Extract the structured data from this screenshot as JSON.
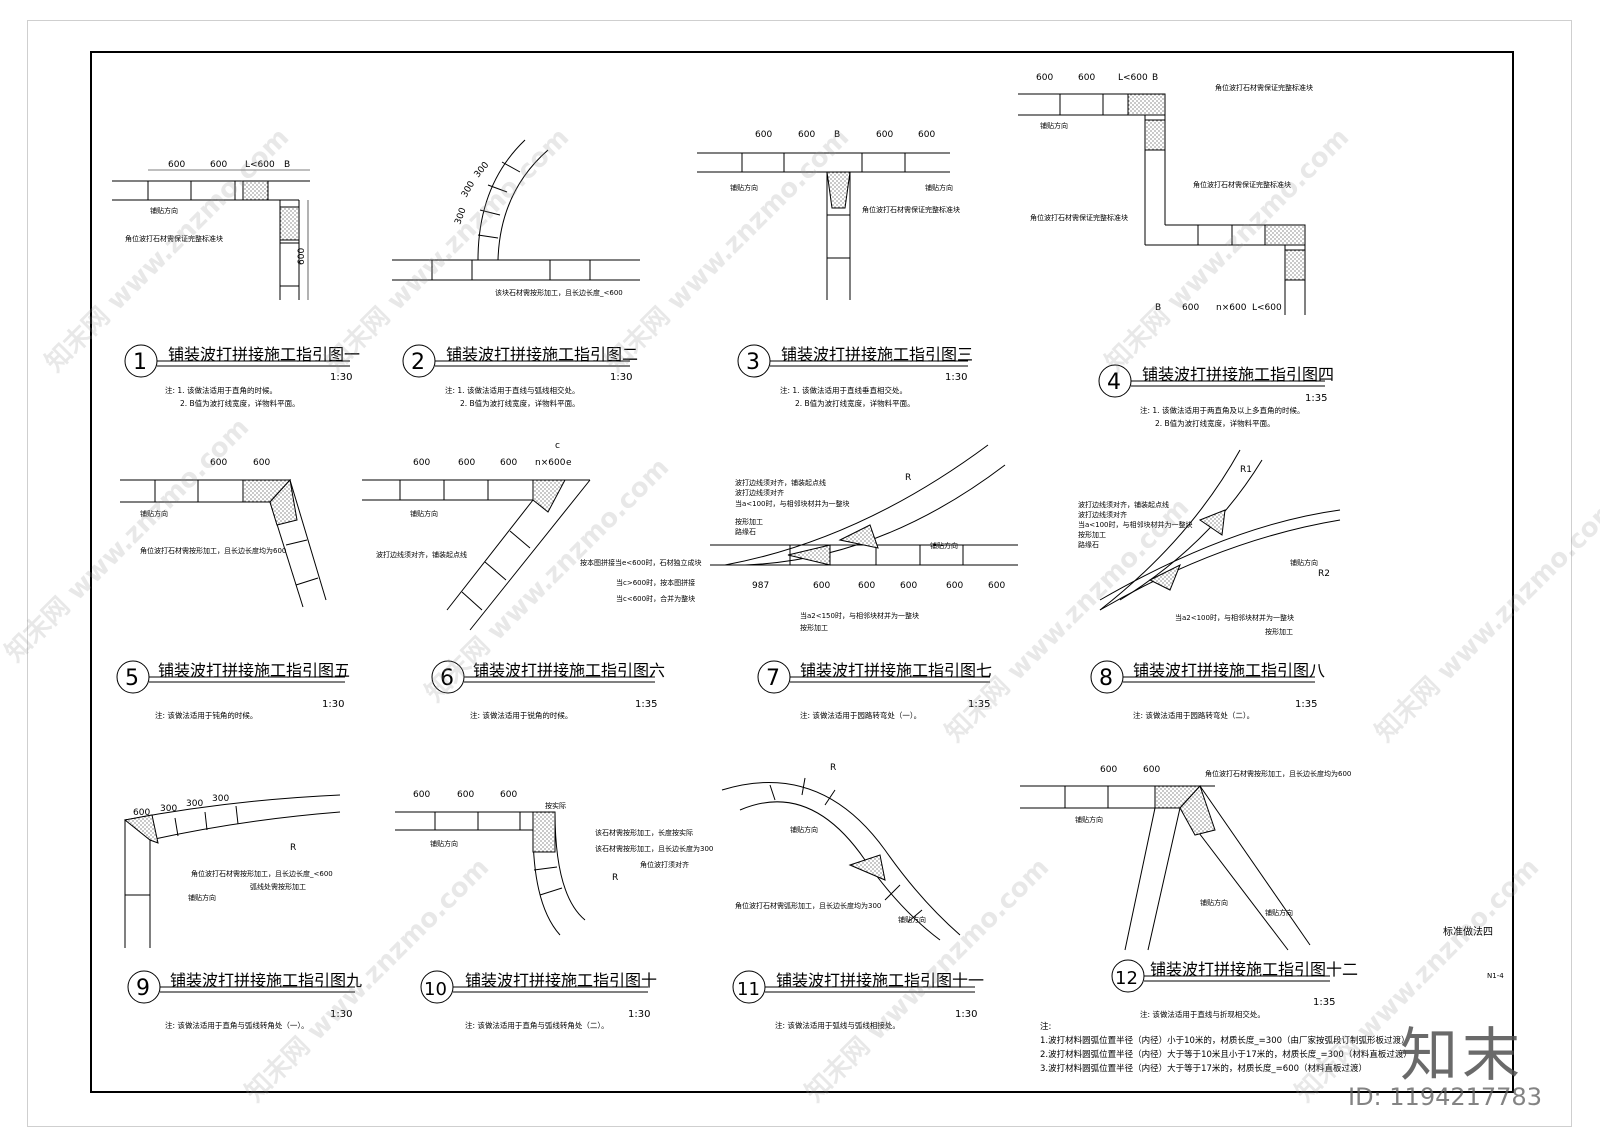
{
  "brand": "知末",
  "id_label": "ID: 1194217783",
  "watermark": "知末网 www.znzmo.com",
  "standard_label": "标准做法四",
  "sheet_no": "N1-4",
  "general_notes": {
    "heading": "注:",
    "lines": [
      "1.波打材料圆弧位置半径（内径）小于10米的，材质长度_=300（由厂家按弧段订制弧形板过渡）",
      "2.波打材料圆弧位置半径（内径）大于等于10米且小于17米的，材质长度_=300（材料直板过渡）",
      "3.波打材料圆弧位置半径（内径）大于等于17米的，材质长度_=600（材料直板过渡）"
    ]
  },
  "details": [
    {
      "num": "1",
      "title": "铺装波打拼接施工指引图一",
      "scale": "1:30",
      "notes": [
        "注: 1. 该做法适用于直角的时候。",
        "2. B值为波打线宽度，详物料平面。"
      ]
    },
    {
      "num": "2",
      "title": "铺装波打拼接施工指引图二",
      "scale": "1:30",
      "notes": [
        "注: 1. 该做法适用于直线与弧线相交处。",
        "2. B值为波打线宽度，详物料平面。"
      ]
    },
    {
      "num": "3",
      "title": "铺装波打拼接施工指引图三",
      "scale": "1:30",
      "notes": [
        "注: 1. 该做法适用于直线垂直相交处。",
        "2. B值为波打线宽度，详物料平面。"
      ]
    },
    {
      "num": "4",
      "title": "铺装波打拼接施工指引图四",
      "scale": "1:35",
      "notes": [
        "注: 1. 该做法适用于两直角及以上多直角的时候。",
        "2. B值为波打线宽度，详物料平面。"
      ]
    },
    {
      "num": "5",
      "title": "铺装波打拼接施工指引图五",
      "scale": "1:30",
      "notes": [
        "注: 该做法适用于钝角的时候。"
      ]
    },
    {
      "num": "6",
      "title": "铺装波打拼接施工指引图六",
      "scale": "1:35",
      "notes": [
        "注: 该做法适用于锐角的时候。"
      ]
    },
    {
      "num": "7",
      "title": "铺装波打拼接施工指引图七",
      "scale": "1:35",
      "notes": [
        "注: 该做法适用于园路转弯处（一）。"
      ]
    },
    {
      "num": "8",
      "title": "铺装波打拼接施工指引图八",
      "scale": "1:35",
      "notes": [
        "注: 该做法适用于园路转弯处（二）。"
      ]
    },
    {
      "num": "9",
      "title": "铺装波打拼接施工指引图九",
      "scale": "1:30",
      "notes": [
        "注: 该做法适用于直角与弧线转角处（一）。"
      ]
    },
    {
      "num": "10",
      "title": "铺装波打拼接施工指引图十",
      "scale": "1:30",
      "notes": [
        "注: 该做法适用于直角与弧线转角处（二）。"
      ]
    },
    {
      "num": "11",
      "title": "铺装波打拼接施工指引图十一",
      "scale": "1:30",
      "notes": [
        "注: 该做法适用于弧线与弧线相接处。"
      ]
    },
    {
      "num": "12",
      "title": "铺装波打拼接施工指引图十二",
      "scale": "1:35",
      "notes": [
        "注: 该做法适用于直线与折现相交处。"
      ]
    }
  ],
  "labels": {
    "dir": "铺贴方向",
    "d600": "600",
    "d300": "300",
    "dL600": "L<600",
    "dB": "B",
    "dnx600": "n×600",
    "dR": "R",
    "dR1": "R1",
    "dR2": "R2",
    "dc": "c",
    "de": "e",
    "da": "a",
    "d987": "987",
    "corner1": "角位波打石材需保证完整标准块",
    "arc2": "该块石材需按形加工，且长边长度_<600",
    "corner5": "角位波打石材需按形加工，且长边长度均为600",
    "ac6": "波打边线须对齐，铺装起点线",
    "n6a": "按本图拼接当e<600时，石材独立成块",
    "n6b": "当c>600时，按本图拼接",
    "n6c": "当c<600时，合并为整块",
    "n7a": "波打边线须对齐，铺装起点线",
    "n7b": "波打边线须对齐",
    "n7c": "当a<100时，与相邻块材并为一整块",
    "n7d": "按形加工",
    "n7e": "路缘石",
    "n7f": "当a2<150时，与相邻块材并为一整块",
    "n8f": "当a2<100时，与相邻块材并为一整块",
    "n9a": "角位波打石材需按形加工，且长边长度_<600",
    "n9b": "弧线处需按形加工",
    "n10a": "按实际",
    "n10b": "该石材需按形加工，长度按实际",
    "n10c": "该石材需按形加工，且长边长度为300",
    "n10d": "角位波打须对齐",
    "n11a": "角位波打石材需弧形加工，且长边长度均为300",
    "n12a": "角位波打石材需按形加工，且长边长度均为600"
  }
}
